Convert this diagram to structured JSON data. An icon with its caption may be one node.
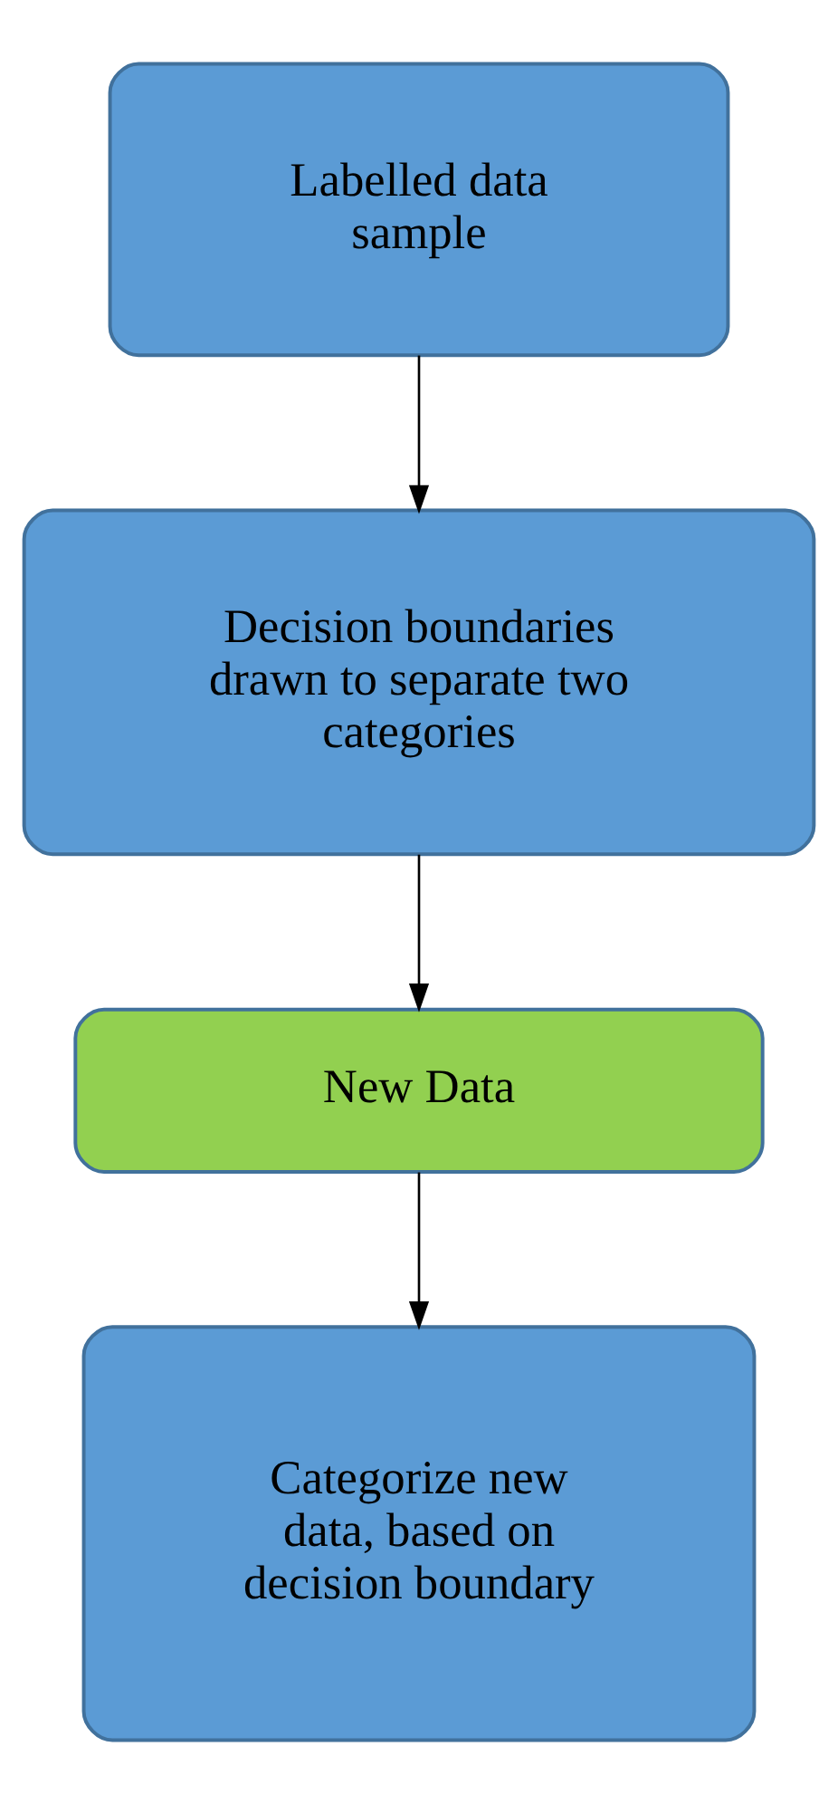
{
  "diagram": {
    "nodes": [
      {
        "text": [
          "Labelled data sample"
        ]
      },
      {
        "text": [
          "Decision boundaries drawn to separate two categories"
        ]
      },
      {
        "text": [
          "New Data"
        ]
      },
      {
        "text": [
          "Categorize new data, based on decision boundary"
        ]
      }
    ],
    "edges": [
      {
        "from": 0,
        "to": 1,
        "arrow": "to"
      },
      {
        "from": 1,
        "to": 2,
        "arrow": "to"
      },
      {
        "from": 2,
        "to": 3,
        "arrow": "to"
      }
    ]
  }
}
